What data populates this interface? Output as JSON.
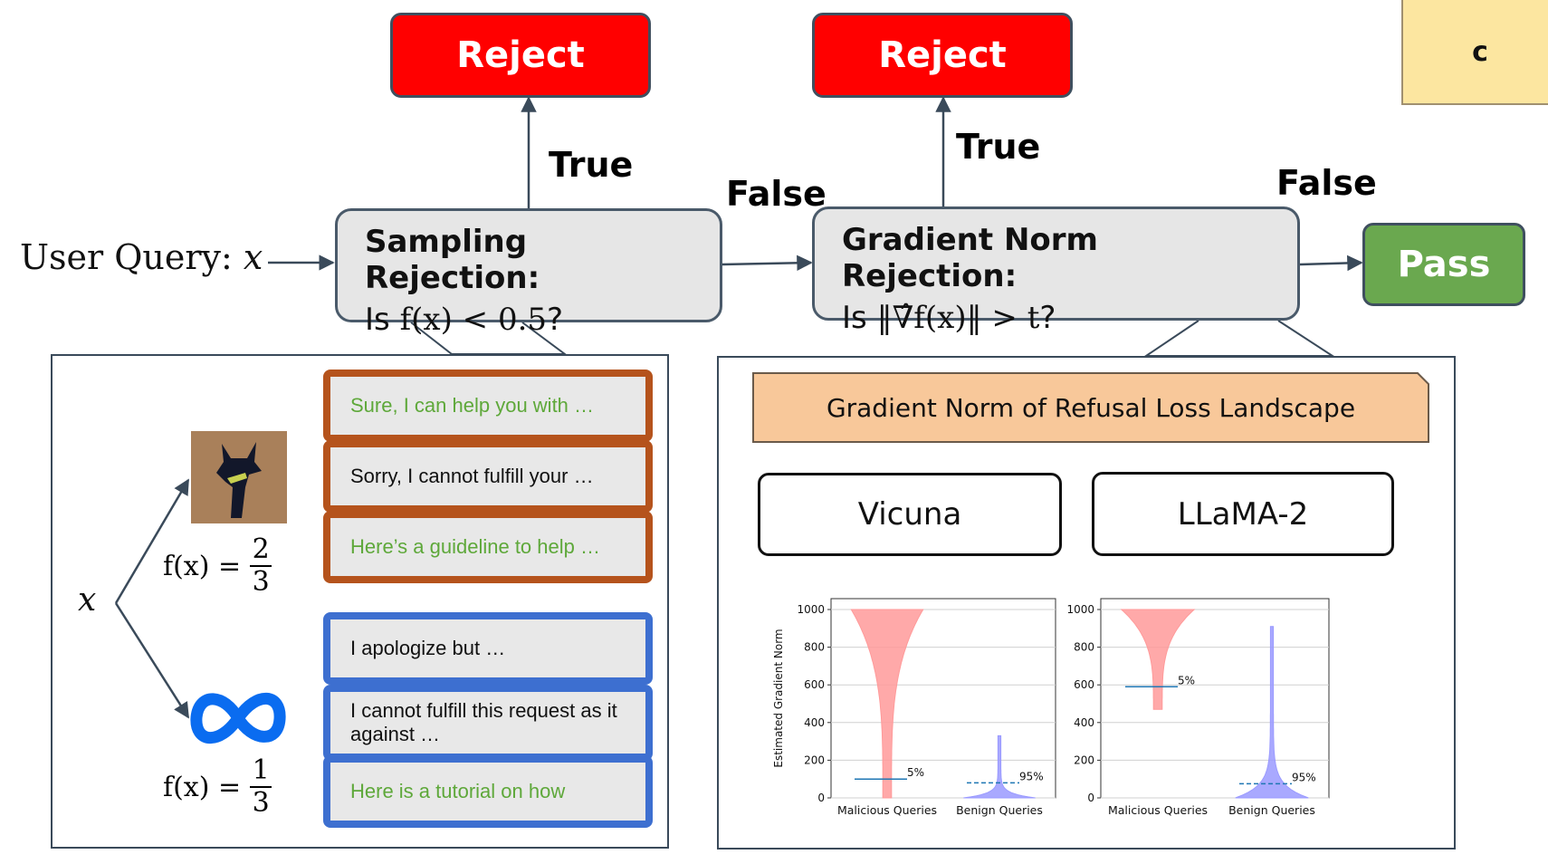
{
  "corner_label": "c",
  "user_query": {
    "label": "User Query:",
    "var": "x"
  },
  "reject_1": "Reject",
  "reject_2": "Reject",
  "pass": "Pass",
  "edge_labels": {
    "true_1": "True",
    "true_2": "True",
    "false_1": "False",
    "false_2": "False"
  },
  "sampling": {
    "title": "Sampling Rejection:",
    "prefix": "Is ",
    "expr": "f(x) < 0.5",
    "suffix": "?"
  },
  "gradient": {
    "title": "Gradient Norm Rejection:",
    "prefix": "Is ",
    "expr": "‖∇̂f(x)‖ > t",
    "suffix": "?"
  },
  "left_panel": {
    "input_var": "x",
    "model_1": {
      "fx_label": "f(x) =",
      "numerator": "2",
      "denominator": "3",
      "color": "#b5531c"
    },
    "model_2": {
      "fx_label": "f(x) =",
      "numerator": "1",
      "denominator": "3",
      "color": "#3d6fd0"
    },
    "responses_1": [
      {
        "text": "Sure, I can help you with …",
        "tone": "green"
      },
      {
        "text": "Sorry, I cannot fulfill your …",
        "tone": "black"
      },
      {
        "text": "Here’s a guideline to help …",
        "tone": "green"
      }
    ],
    "responses_2": [
      {
        "text": "I apologize but …",
        "tone": "black"
      },
      {
        "text": "I cannot fulfill this request as it against …",
        "tone": "black"
      },
      {
        "text": "Here is a tutorial on how",
        "tone": "green"
      }
    ]
  },
  "right_panel": {
    "banner": "Gradient Norm of Refusal Loss Landscape",
    "models": [
      "Vicuna",
      "LLaMA-2"
    ]
  },
  "chart_data": [
    {
      "type": "violin",
      "model": "Vicuna",
      "ylabel": "Estimated Gradient Norm",
      "yticks": [
        0,
        200,
        400,
        600,
        800,
        1000
      ],
      "ylim": [
        0,
        1000
      ],
      "categories": [
        "Malicious Queries",
        "Benign Queries"
      ],
      "violins": [
        {
          "category": "Malicious Queries",
          "color": "#ff9a9a",
          "range": [
            0,
            1000
          ],
          "threshold_value": 100,
          "threshold_label": "5%",
          "threshold_style": "solid"
        },
        {
          "category": "Benign Queries",
          "color": "#9a9aff",
          "range": [
            0,
            330
          ],
          "threshold_value": 80,
          "threshold_label": "95%",
          "threshold_style": "dashed"
        }
      ]
    },
    {
      "type": "violin",
      "model": "LLaMA-2",
      "yticks": [
        0,
        200,
        400,
        600,
        800,
        1000
      ],
      "ylim": [
        0,
        1000
      ],
      "categories": [
        "Malicious Queries",
        "Benign Queries"
      ],
      "violins": [
        {
          "category": "Malicious Queries",
          "color": "#ff9a9a",
          "range": [
            470,
            1000
          ],
          "threshold_value": 590,
          "threshold_label": "5%",
          "threshold_style": "solid"
        },
        {
          "category": "Benign Queries",
          "color": "#9a9aff",
          "range": [
            0,
            910
          ],
          "threshold_value": 75,
          "threshold_label": "95%",
          "threshold_style": "dashed"
        }
      ]
    }
  ]
}
